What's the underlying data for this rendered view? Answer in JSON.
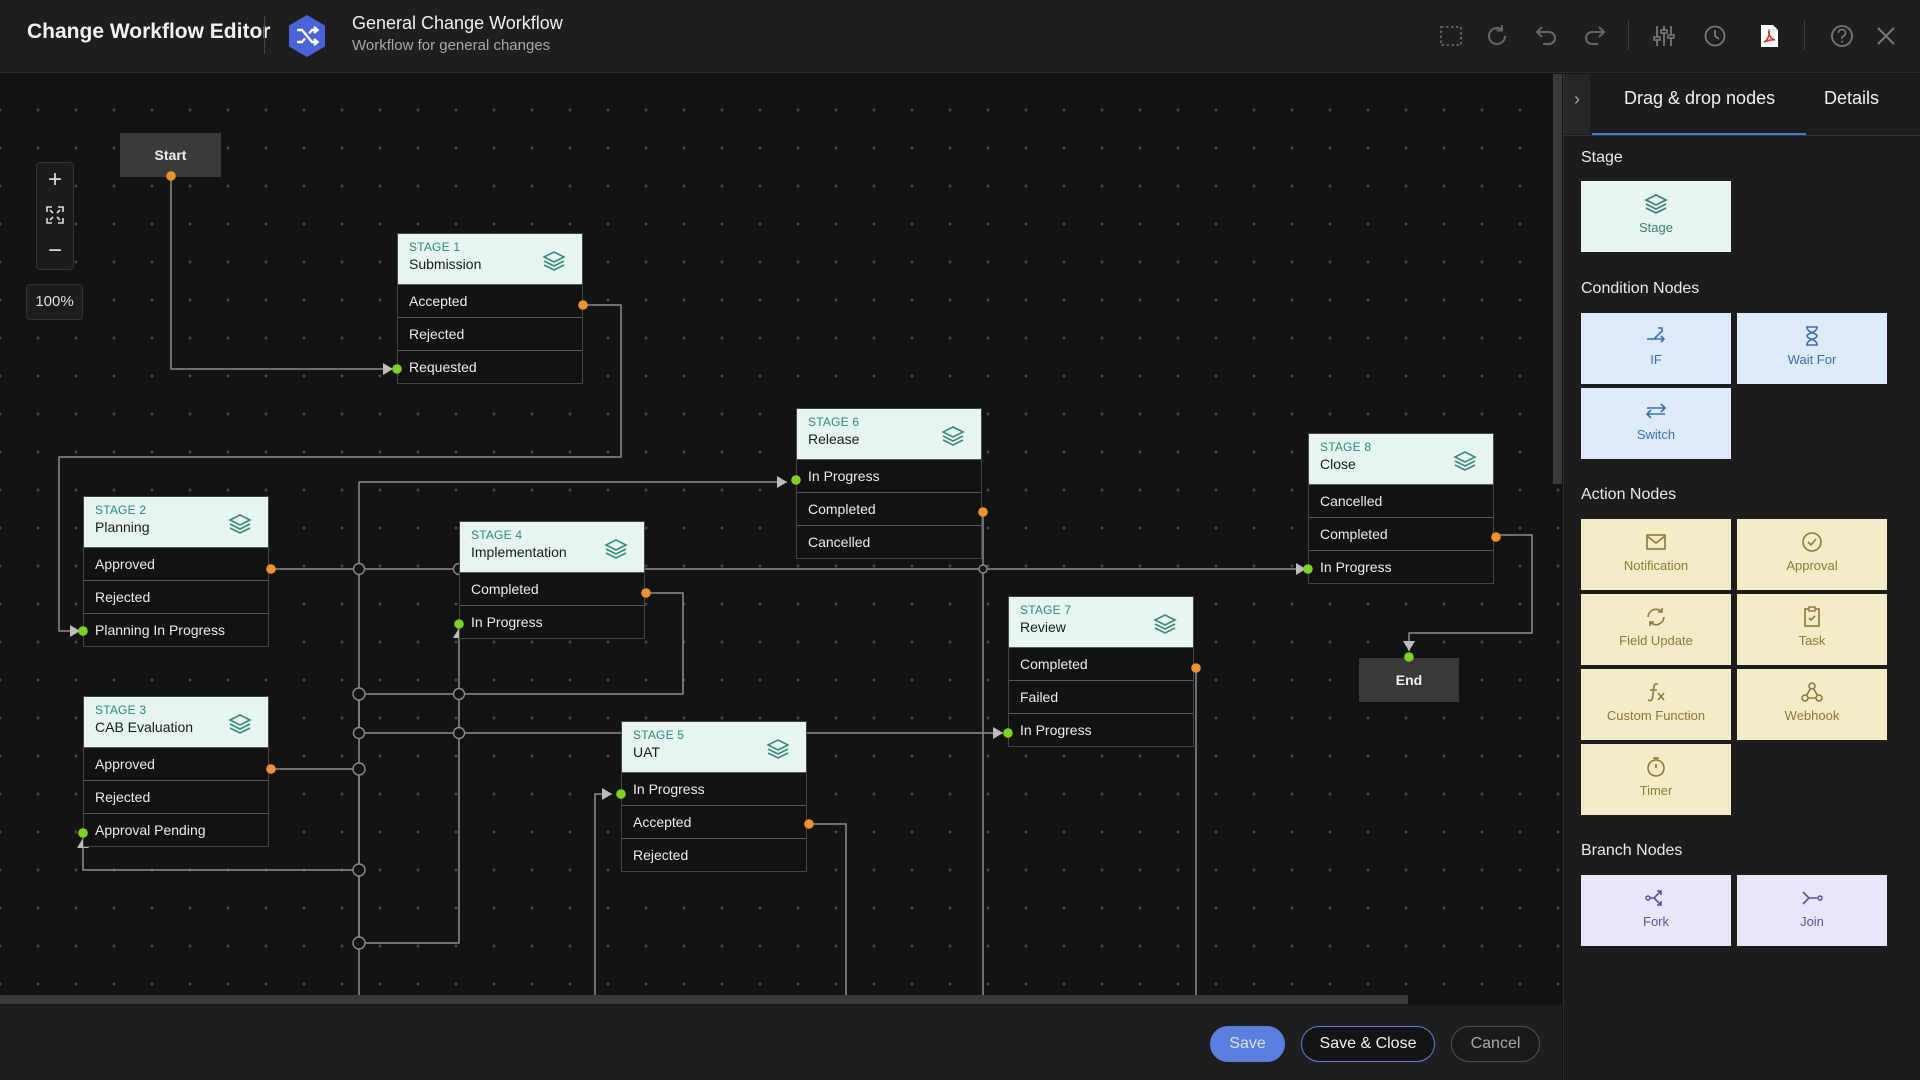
{
  "header": {
    "app_title": "Change Workflow Editor",
    "workflow_name": "General Change Workflow",
    "workflow_desc": "Workflow for general changes",
    "tools": [
      "select-icon",
      "refresh-icon",
      "undo-icon",
      "redo-icon",
      "settings-icon",
      "history-icon",
      "pdf-icon",
      "help-icon",
      "close-icon"
    ]
  },
  "canvas": {
    "zoom_in": "+",
    "zoom_out": "−",
    "zoom_level": "100%",
    "start_label": "Start",
    "end_label": "End"
  },
  "stages": [
    {
      "num": "STAGE 1",
      "title": "Submission",
      "rows": [
        "Accepted",
        "Rejected",
        "Requested"
      ]
    },
    {
      "num": "STAGE 2",
      "title": "Planning",
      "rows": [
        "Approved",
        "Rejected",
        "Planning In Progress"
      ]
    },
    {
      "num": "STAGE 3",
      "title": "CAB Evaluation",
      "rows": [
        "Approved",
        "Rejected",
        "Approval Pending"
      ]
    },
    {
      "num": "STAGE 4",
      "title": "Implementation",
      "rows": [
        "Completed",
        "In Progress"
      ]
    },
    {
      "num": "STAGE 5",
      "title": "UAT",
      "rows": [
        "In Progress",
        "Accepted",
        "Rejected"
      ]
    },
    {
      "num": "STAGE 6",
      "title": "Release",
      "rows": [
        "In Progress",
        "Completed",
        "Cancelled"
      ]
    },
    {
      "num": "STAGE 7",
      "title": "Review",
      "rows": [
        "Completed",
        "Failed",
        "In Progress"
      ]
    },
    {
      "num": "STAGE 8",
      "title": "Close",
      "rows": [
        "Cancelled",
        "Completed",
        "In Progress"
      ]
    }
  ],
  "panel": {
    "tabs": [
      "Drag & drop nodes",
      "Details"
    ],
    "active_tab": "Drag & drop nodes",
    "sections": {
      "stage": {
        "title": "Stage",
        "items": [
          "Stage"
        ]
      },
      "condition": {
        "title": "Condition Nodes",
        "items": [
          "IF",
          "Wait For",
          "Switch"
        ]
      },
      "action": {
        "title": "Action Nodes",
        "items": [
          "Notification",
          "Approval",
          "Field Update",
          "Task",
          "Custom Function",
          "Webhook",
          "Timer"
        ]
      },
      "branch": {
        "title": "Branch Nodes",
        "items": [
          "Fork",
          "Join"
        ]
      }
    }
  },
  "footer": {
    "save": "Save",
    "save_close": "Save & Close",
    "cancel": "Cancel"
  },
  "colors": {
    "accent": "#5b7fe0",
    "out_port": "#f0922b",
    "in_port": "#7ed321",
    "stage_bg": "#e6f4f2",
    "condition_bg": "#deebfb",
    "action_bg": "#f3ecc6",
    "branch_bg": "#eae6f9"
  }
}
